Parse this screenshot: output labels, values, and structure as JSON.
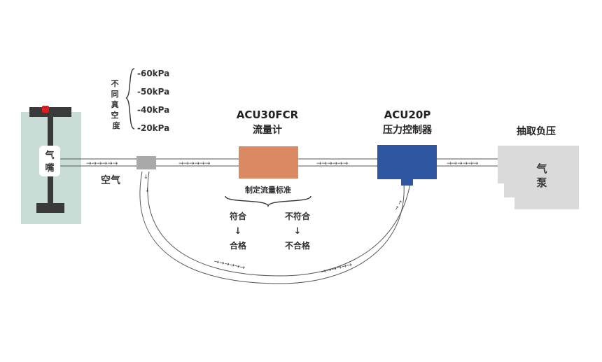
{
  "nozzle": {
    "label_1": "气",
    "label_2": "嘴"
  },
  "air_label": "空气",
  "vacuum": {
    "title_chars": [
      "不",
      "同",
      "真",
      "空",
      "度"
    ],
    "levels": [
      "-60kPa",
      "-50kPa",
      "-40kPa",
      "-20kPa"
    ]
  },
  "flow_meter": {
    "model": "ACU30FCR",
    "name": "流量计",
    "color": "#DB8963"
  },
  "standard": {
    "title": "制定流量标准",
    "pass": {
      "cond": "符合",
      "arrow": "↓",
      "result": "合格"
    },
    "fail": {
      "cond": "不符合",
      "arrow": "↓",
      "result": "不合格"
    }
  },
  "pressure_controller": {
    "model": "ACU20P",
    "name": "压力控制器",
    "color": "#2F56A0"
  },
  "pump": {
    "caption": "抽取负压",
    "label_1": "气",
    "label_2": "泵"
  },
  "flow_arrows": "→→→→→→"
}
